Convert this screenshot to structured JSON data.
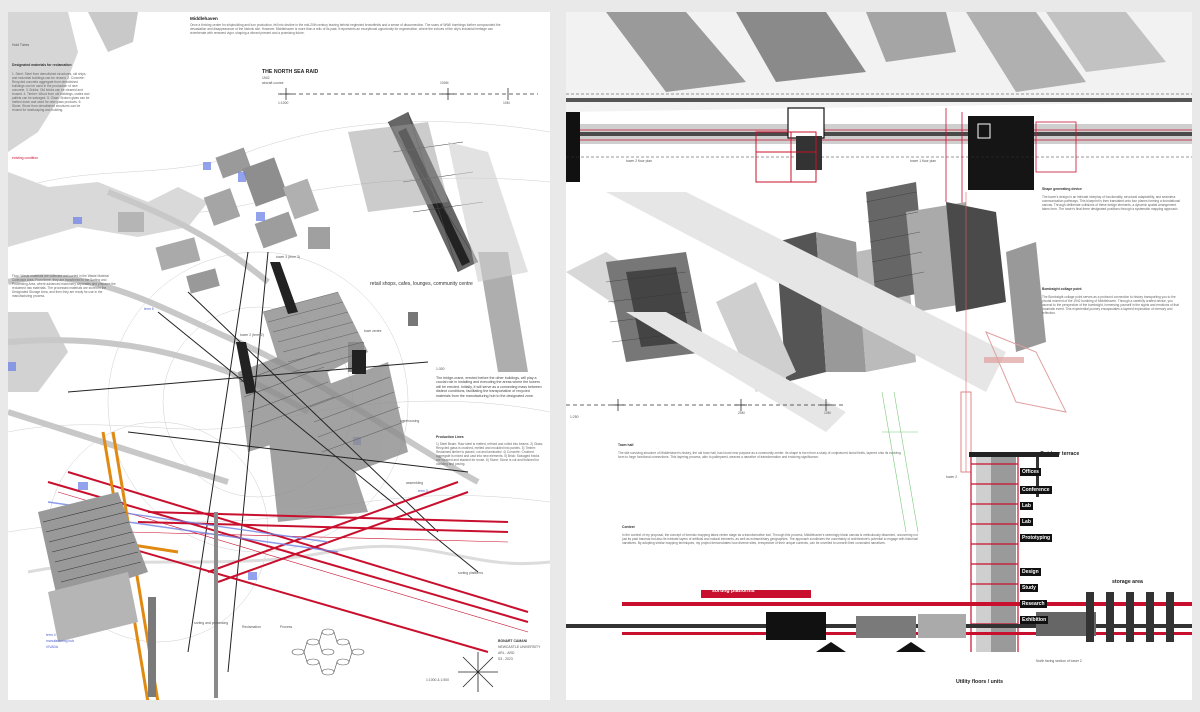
{
  "left_board": {
    "intro_heading": "Middlehaven",
    "intro_text": "Once a thriving center for shipbuilding and iron production, fell into decline in the mid-20th century leaving behind neglected brownfields and a sense of disconnection. The scars of WWII bombings further compounded the devastation and disappearance of the historic site. However, Middlehaven is more than a relic of its past; it represents an exceptional opportunity for regeneration, where the echoes of the city's industrial heritage can reverberate with renewed vigor, shaping a vibrant present and a promising future.",
    "side_head": "Hold Tubes",
    "materials_heading": "Designated materials for reclamation",
    "materials_text": "1. Steel: Steel from demolished structures, old ships, and industrial buildings can be reused. 2. Concrete: Recycled concrete aggregate from demolished buildings can be used in the production of new concrete. 3. Bricks: Old bricks can be cleaned and reused. 4. Timber: Wood from old buildings, crates and pallets can be salvaged. 5. Glass: Broken glass can be melted down and used for new glass products. 6. Stone: Stone from demolished structures can be reused for landscaping and building.",
    "red_note": "existing condition",
    "flow_text": "Flow: Waste materials are collected and sorted in the Waste Material Collection Area. From there, they are transferred to the Sorting and Processing Area, where advanced machinery separates and prepares the reclaimed raw materials. The processed materials are stored in the Designated Storage Area, and then they are ready for use in the manufacturing process.",
    "raid_title": "THE NORTH SEA RAID",
    "raid_year": "1942",
    "raid_sub": "aircraft course",
    "scale_1": "1:1000",
    "scale_mark_100": "100M",
    "scale_mark_10": "10M",
    "lbl_retail": "retail shops, cafes, lounges, community centre",
    "lbl_tower3": "tower 3 (term 3)",
    "lbl_tower2": "tower 2 (term 2)",
    "lbl_town": "town centre",
    "lbl_term5": "term 5",
    "lbl_term3": "term 3",
    "lbl_term4": "term 4",
    "lbl_manuf": "manufacturing hub",
    "lbl_manuf_code": "VIVADA",
    "lbl_warehousing": "warehousing",
    "lbl_assembling": "assembling",
    "lbl_sorting_platforms": "sorting platforms",
    "lbl_sorting_processing": "sorting and processing",
    "scale_300": "1:300",
    "bridge_text": "The bridge-crane, erected before the other buildings, will play a crucial role in installing and executing the areas where the towers will be erected. Initially, it will serve as a connecting mass between distinct conditions, facilitating the transportation of recycled materials from the manufacturing hub to the designated zone.",
    "production_heading": "Production Lines",
    "production_text": "1) Steel Beam: Raw steel is melted, refined and rolled into beams. 2) Glass: Recycled glass is crushed, melted and moulded into panels. 3) Timber: Reclaimed timber is planed, cut and laminated. 4) Concrete: Crushed aggregate is mixed and cast into new elements. 5) Brick: Salvaged bricks are cleaned and stacked for reuse. 6) Stone: Stone is cut and finished for cladding and paving.",
    "legend_heading": "Reclamation",
    "legend_process": "Process",
    "author": "BONART CAMANI",
    "university": "NEWCASTLE UNIVERSITY",
    "course": "ARL - ARD",
    "year": "S3 - 2023",
    "scale_bottom": "1:1000 & 1:500"
  },
  "right_board": {
    "tower2_plan": "tower 2 floor plan",
    "tower1_plan": "tower 1 floor plan",
    "shape_heading": "Shape generating device",
    "shape_text": "The tower's design is an intricate interplay of functionality, structural adaptability, and seamless communication pathways. This blueprint is then translated onto four planes forming a foundational canvas. Through deliberate collisions of these design elements, a dynamic spatial arrangement takes form. The tower's final three designated positions through a systematic mapping approach.",
    "bomb_heading": "Bombsight collage point",
    "bomb_text": "The Bombsight collage point serves as a profound connection to history transporting you to the pivotal moment of the 1942 bombing of Middlehaven. Through a carefully crafted device, you ascend to the perspective of the bombsight, immersing yourself in the sights and emotions of that traumatic event. This experiential journey encapsulates a layered exploration of memory and reflection.",
    "scale_1250": "1:250",
    "scale_25m": "25M",
    "scale_10m": "10M",
    "town_hall_heading": "Town hall",
    "town_hall_text": "The site surviving structure of Middlehaven's history, the old town hall, has found new purpose as a community center. Its shape is born from a study of conjectured burial fields, layered onto its evolving form to forge functional connections. This layering process, akin to palimpsest, weaves a narrative of transformation and enduring significance.",
    "context_heading": "Context",
    "context_text": "In the context of my proposal, the concept of forensic mapping takes center stage as a transformative tool. Through this process, Middlehaven's seemingly blank canvas is meticulously dissected, uncovering not just its past traumas but also its intricate layers of artificial and natural elements, as well as extraordinary geographies. The approach scrutinizes the uncertainty of architecture's potential to engage with historical narratives. By adopting similar mapping techniques, my project demonstrates how diverse sites, irrespective of their unique contexts, can be unveiled to unearth their concealed narratives.",
    "tower2_label": "tower 2",
    "outdoor_terrace": "Outdoor terrace",
    "floors": [
      "Offices",
      "Conference",
      "Lab",
      "Lab",
      "Prototyping",
      "Design",
      "Study",
      "Research",
      "Exhibition"
    ],
    "sorting_platforms": "sorting platforms",
    "storage_area": "storage area",
    "utility": "Utility floors / units",
    "north_section": "North facing section of tower 2"
  },
  "colors": {
    "accent_red": "#c8102e",
    "crane_orange": "#e08a12",
    "highlight_blue": "#6f83e6",
    "structure_dark": "#1a1a1a",
    "structure_grey": "#8a8a8a",
    "green_trace": "#7cc87c",
    "pink_trace": "#e0a0a0"
  }
}
